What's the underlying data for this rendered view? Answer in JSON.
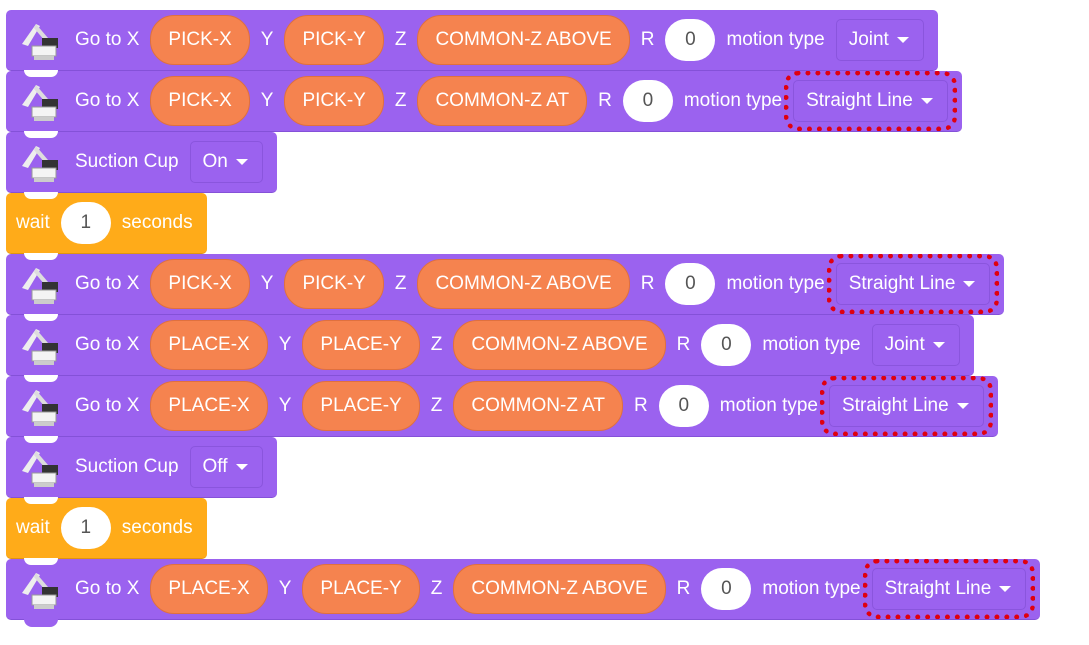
{
  "colors": {
    "motion": "#9b62ef",
    "control": "#ffab19",
    "reporter": "#f5834f",
    "highlight": "#e0000f"
  },
  "blocks": [
    {
      "type": "goto",
      "icon": "robot-arm-icon",
      "label": "Go to X",
      "x": "PICK-X",
      "y_label": "Y",
      "y": "PICK-Y",
      "z_label": "Z",
      "z": "COMMON-Z ABOVE",
      "r_label": "R",
      "r": "0",
      "motion_label": "motion type",
      "motion": "Joint",
      "highlighted": false
    },
    {
      "type": "goto",
      "icon": "robot-arm-icon",
      "label": "Go to X",
      "x": "PICK-X",
      "y_label": "Y",
      "y": "PICK-Y",
      "z_label": "Z",
      "z": "COMMON-Z AT",
      "r_label": "R",
      "r": "0",
      "motion_label": "motion type",
      "motion": "Straight Line",
      "highlighted": true
    },
    {
      "type": "suction",
      "icon": "robot-arm-icon",
      "label": "Suction Cup",
      "state": "On"
    },
    {
      "type": "wait",
      "label": "wait",
      "value": "1",
      "unit": "seconds"
    },
    {
      "type": "goto",
      "icon": "robot-arm-icon",
      "label": "Go to X",
      "x": "PICK-X",
      "y_label": "Y",
      "y": "PICK-Y",
      "z_label": "Z",
      "z": "COMMON-Z ABOVE",
      "r_label": "R",
      "r": "0",
      "motion_label": "motion type",
      "motion": "Straight Line",
      "highlighted": true
    },
    {
      "type": "goto",
      "icon": "robot-arm-icon",
      "label": "Go to X",
      "x": "PLACE-X",
      "y_label": "Y",
      "y": "PLACE-Y",
      "z_label": "Z",
      "z": "COMMON-Z ABOVE",
      "r_label": "R",
      "r": "0",
      "motion_label": "motion type",
      "motion": "Joint",
      "highlighted": false
    },
    {
      "type": "goto",
      "icon": "robot-arm-icon",
      "label": "Go to X",
      "x": "PLACE-X",
      "y_label": "Y",
      "y": "PLACE-Y",
      "z_label": "Z",
      "z": "COMMON-Z AT",
      "r_label": "R",
      "r": "0",
      "motion_label": "motion type",
      "motion": "Straight Line",
      "highlighted": true
    },
    {
      "type": "suction",
      "icon": "robot-arm-icon",
      "label": "Suction Cup",
      "state": "Off"
    },
    {
      "type": "wait",
      "label": "wait",
      "value": "1",
      "unit": "seconds"
    },
    {
      "type": "goto",
      "icon": "robot-arm-icon",
      "label": "Go to X",
      "x": "PLACE-X",
      "y_label": "Y",
      "y": "PLACE-Y",
      "z_label": "Z",
      "z": "COMMON-Z ABOVE",
      "r_label": "R",
      "r": "0",
      "motion_label": "motion type",
      "motion": "Straight Line",
      "highlighted": true
    }
  ]
}
